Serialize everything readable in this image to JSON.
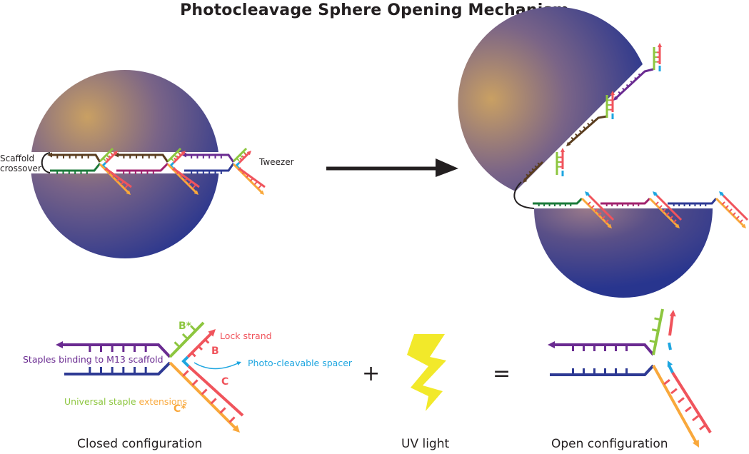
{
  "title": "Photocleavage Sphere Opening Mechanism",
  "colors": {
    "sphere_light": "#c9a063",
    "sphere_mid": "#7a6487",
    "sphere_dark": "#28358e",
    "purple_staple": "#6a2b91",
    "blue_staple": "#2e3a94",
    "brown_staple": "#5a3d1f",
    "green_staple": "#1b7a3a",
    "magenta_staple": "#a0226e",
    "lock_strand": "#f0545c",
    "b_star": "#8dc63f",
    "c_star": "#f9a83b",
    "spacer": "#1ea6e0",
    "uv": "#f2e92a",
    "text": "#231f20"
  },
  "top_panel": {
    "closed_sphere": {
      "labels": {
        "scaffold_crossover": [
          "Scaffold",
          "crossover"
        ],
        "tweezer": "Tweezer"
      }
    },
    "transition_arrow": "right-arrow",
    "open_sphere": {}
  },
  "bottom_panel": {
    "closed": {
      "caption": "Closed configuration",
      "labels": {
        "b_star": "B*",
        "lock_strand": "Lock strand",
        "b": "B",
        "staples": "Staples binding to M13 scaffold",
        "spacer": "Photo-cleavable spacer",
        "c": "C",
        "universal": "Universal staple",
        "extensions": "extensions",
        "c_star": "C*"
      }
    },
    "plus": "+",
    "uv": {
      "caption": "UV light",
      "icon": "lightning-bolt-icon"
    },
    "equals": "=",
    "open": {
      "caption": "Open configuration"
    }
  }
}
